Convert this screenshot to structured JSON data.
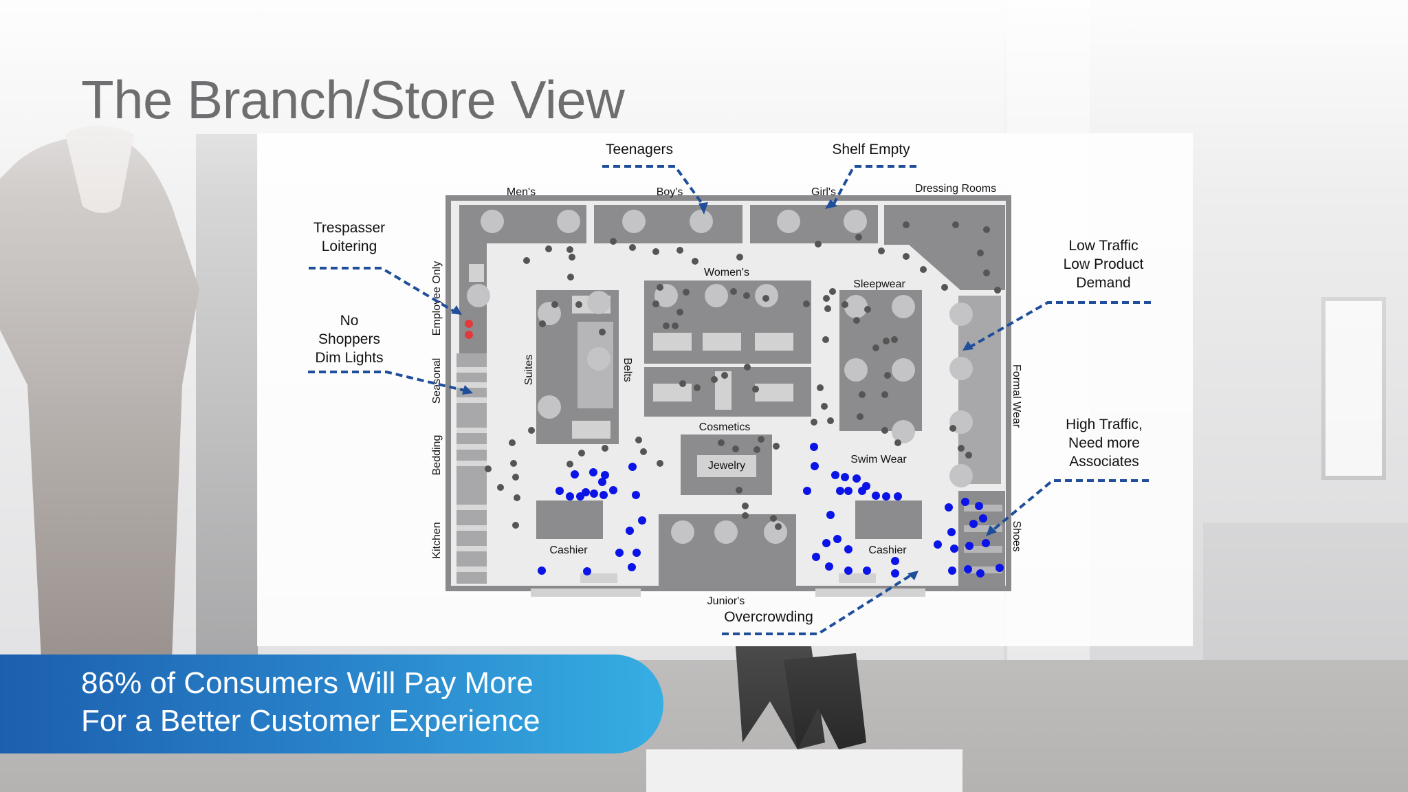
{
  "slide_title": "The Branch/Store View",
  "banner": {
    "line1": "86% of Consumers Will Pay More",
    "line2": "For a Better Customer Experience"
  },
  "departments": {
    "mens": "Men's",
    "boys": "Boy's",
    "girls": "Girl's",
    "dressing_rooms": "Dressing Rooms",
    "womens": "Women's",
    "sleepwear": "Sleepwear",
    "employee_only": "Employee Only",
    "seasonal": "Seasonal",
    "bedding": "Bedding",
    "kitchen": "Kitchen",
    "suites": "Suites",
    "belts": "Belts",
    "cosmetics": "Cosmetics",
    "jewelry": "Jewelry",
    "swim_wear": "Swim Wear",
    "cashier_left": "Cashier",
    "cashier_right": "Cashier",
    "formal_wear": "Formal Wear",
    "shoes": "Shoes",
    "juniors": "Junior's"
  },
  "callouts": {
    "teenagers": "Teenagers",
    "shelf_empty": "Shelf Empty",
    "trespasser_1": "Trespasser",
    "trespasser_2": "Loitering",
    "no_shoppers_1": "No",
    "no_shoppers_2": "Shoppers",
    "no_shoppers_3": "Dim Lights",
    "low_traffic_1": "Low Traffic",
    "low_traffic_2": "Low Product",
    "low_traffic_3": "Demand",
    "high_traffic_1": "High Traffic,",
    "high_traffic_2": "Need more",
    "high_traffic_3": "Associates",
    "overcrowding": "Overcrowding"
  },
  "colors": {
    "title": "#6e6e70",
    "callout_line": "#1f4e9a",
    "shopper_dot": "#0a14e6",
    "idle_dot": "#555555",
    "trespasser_dot": "#e03a3a",
    "floor_block": "#8c8c8e",
    "display_fixture": "#c4c4c6",
    "banner_start": "#1c5fae",
    "banner_end": "#36aee3"
  }
}
